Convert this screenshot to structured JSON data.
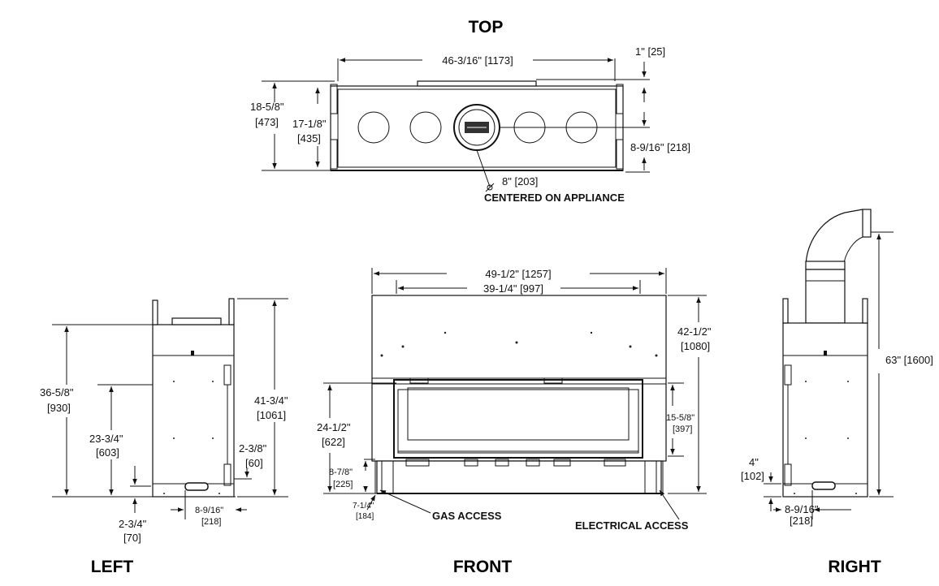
{
  "views": {
    "top": "TOP",
    "left": "LEFT",
    "front": "FRONT",
    "right": "RIGHT"
  },
  "top_view": {
    "width": "46-3/16\" [1173]",
    "offset": "1\" [25]",
    "depth_outer_in": "18-5/8\"",
    "depth_outer_mm": "[473]",
    "depth_inner_in": "17-1/8\"",
    "depth_inner_mm": "[435]",
    "flue_offset": "8-9/16\" [218]",
    "flue_diameter": "8\" [203]",
    "flue_note": "CENTERED ON APPLIANCE"
  },
  "left_view": {
    "total_height_in": "36-5/8\"",
    "total_height_mm": "[930]",
    "flue_height_in": "41-3/4\"",
    "flue_height_mm": "[1061]",
    "mid_height_in": "23-3/4\"",
    "mid_height_mm": "[603]",
    "side_offset_in": "2-3/8\"",
    "side_offset_mm": "[60]",
    "bottom_in": "2-3/4\"",
    "bottom_mm": "[70]",
    "depth_in": "8-9/16\"",
    "depth_mm": "[218]"
  },
  "front_view": {
    "overall_width": "49-1/2\" [1257]",
    "inner_width": "39-1/4\" [997]",
    "height_in": "42-1/2\"",
    "height_mm": "[1080]",
    "glass_height_in": "24-1/2\"",
    "glass_height_mm": "[622]",
    "opening_in": "15-5/8\"",
    "opening_mm": "[397]",
    "base_in": "8-7/8\"",
    "base_mm": "[225]",
    "foot_in": "7-1/4\"",
    "foot_mm": "[184]",
    "gas_access": "GAS ACCESS",
    "electrical_access": "ELECTRICAL ACCESS"
  },
  "right_view": {
    "vent_height": "63\" [1600]",
    "access_height_in": "4\"",
    "access_height_mm": "[102]",
    "depth_in": "8-9/16\"",
    "depth_mm": "[218]"
  }
}
